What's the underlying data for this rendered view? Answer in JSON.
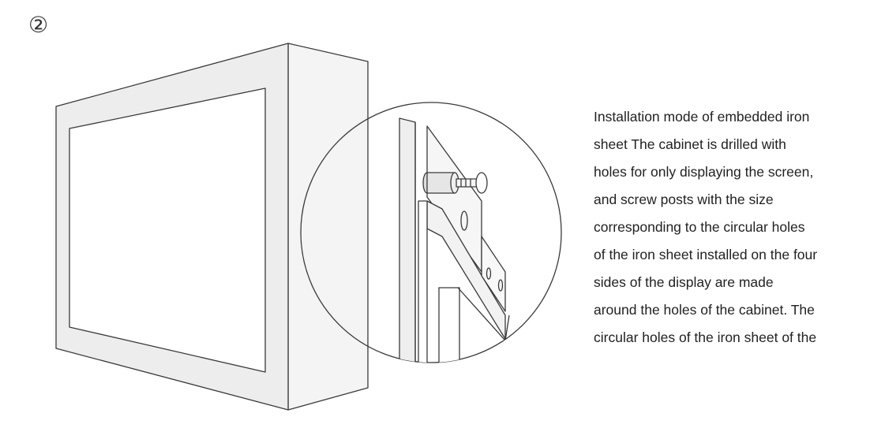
{
  "step": {
    "number": "②"
  },
  "description": {
    "lines": [
      "Installation mode of embedded iron",
      "sheet The cabinet is drilled with",
      "holes for only displaying the screen,",
      "and screw posts with the size",
      "corresponding to the circular holes",
      "of the iron sheet installed on the four",
      "sides of the display are made",
      "around the holes of the cabinet. The",
      "circular holes of the iron sheet of the"
    ]
  },
  "colors": {
    "line": "#3a3a3a",
    "frame_fill": "#ededed",
    "screen_fill": "#ffffff",
    "side_fill": "#f4f4f4",
    "text": "#222222"
  }
}
